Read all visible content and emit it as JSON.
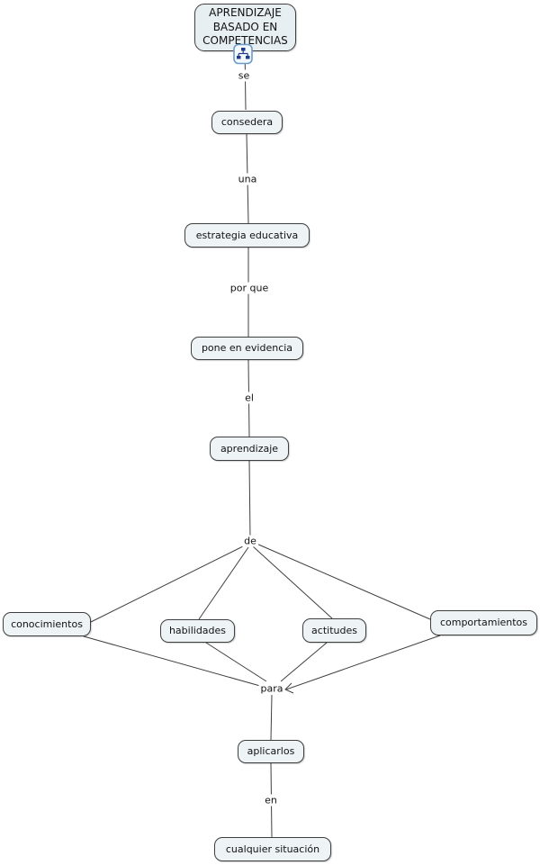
{
  "diagram": {
    "type": "concept-map",
    "nodes": {
      "root": {
        "label": "APRENDIZAJE\nBASADO EN\nCOMPETENCIAS"
      },
      "consedera": {
        "label": "consedera"
      },
      "estrategia": {
        "label": "estrategia educativa"
      },
      "evidencia": {
        "label": "pone en evidencia"
      },
      "aprendizaje": {
        "label": "aprendizaje"
      },
      "conocimientos": {
        "label": "conocimientos"
      },
      "habilidades": {
        "label": "habilidades"
      },
      "actitudes": {
        "label": "actitudes"
      },
      "comportamientos": {
        "label": "comportamientos"
      },
      "aplicarlos": {
        "label": "aplicarlos"
      },
      "situacion": {
        "label": "cualquier situación"
      }
    },
    "link_labels": {
      "se": {
        "label": "se"
      },
      "una": {
        "label": "una"
      },
      "por_que": {
        "label": "por que"
      },
      "el": {
        "label": "el"
      },
      "de": {
        "label": "de"
      },
      "para": {
        "label": "para"
      },
      "en": {
        "label": "en"
      }
    },
    "edges": [
      "root -se- consedera",
      "consedera -una- estrategia",
      "estrategia -por que- evidencia",
      "evidencia -el- aprendizaje",
      "aprendizaje -de- conocimientos",
      "aprendizaje -de- habilidades",
      "aprendizaje -de- actitudes",
      "aprendizaje -de- comportamientos",
      "conocimientos -para- aplicarlos",
      "habilidades -para- aplicarlos",
      "actitudes -para- aplicarlos",
      "comportamientos -para- aplicarlos (arrowhead at para)",
      "aplicarlos -en- situacion"
    ],
    "icons": {
      "root_resource": "concept-map-icon"
    },
    "colors": {
      "background": "#ffffff",
      "node_fill": "#eef4f6",
      "root_fill": "#e8eff2",
      "node_border": "#3f3f3f",
      "line": "#3f3f3f",
      "text": "#111111",
      "icon_border": "#6b9cc9",
      "icon_fill": "#f4f9fd",
      "icon_glyph": "#1d3a8c"
    }
  }
}
